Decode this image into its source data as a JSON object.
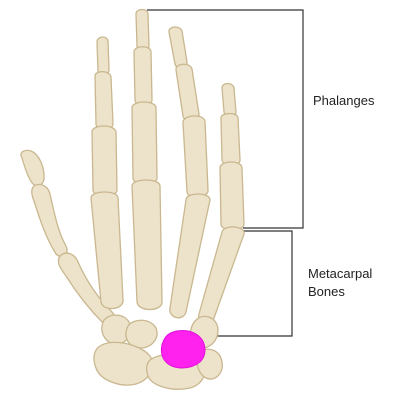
{
  "labels": {
    "phalanges": "Phalanges",
    "metacarpal_line1": "Metacarpal",
    "metacarpal_line2": "Bones"
  },
  "colors": {
    "bone_fill": "#ede3cb",
    "bone_outline": "#c9b78f",
    "bone_shadow": "#d9c9a3",
    "highlight": "#ff22ee",
    "bracket": "#333333",
    "background": "#ffffff"
  },
  "highlighted_bone": "carpal bone (trapezoid region) shown in magenta"
}
